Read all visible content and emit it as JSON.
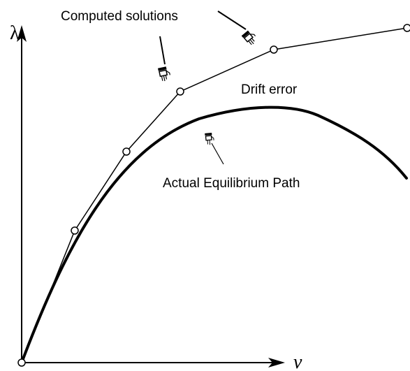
{
  "diagram": {
    "y_axis_symbol": "λ",
    "x_axis_symbol": "v",
    "labels": {
      "computed": "Computed solutions",
      "drift": "Drift error",
      "actual": "Actual Equilibrium Path"
    },
    "icons": [
      "pointing-hand-icon",
      "pointing-hand-icon",
      "pointing-hand-icon"
    ]
  }
}
